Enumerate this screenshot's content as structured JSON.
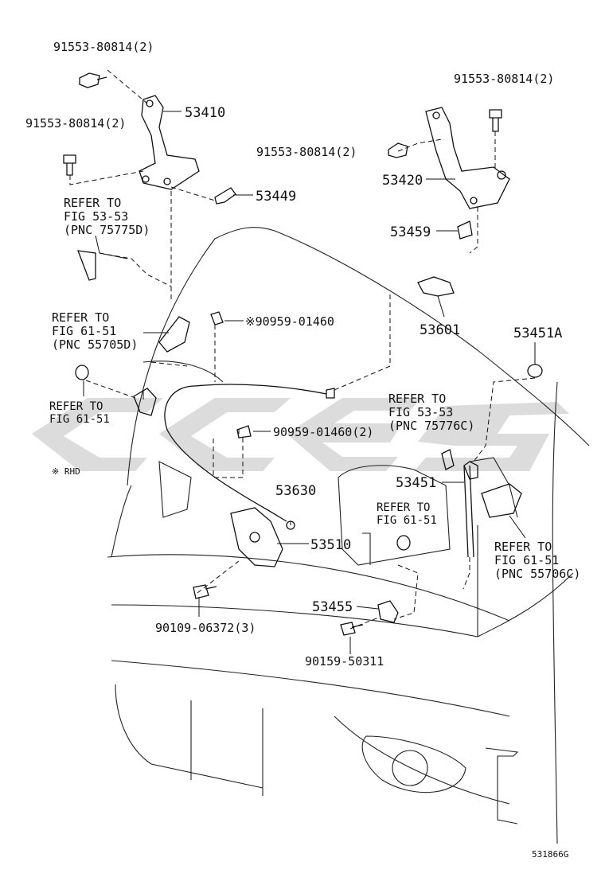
{
  "labels": {
    "bolt_top_left": "91553-80814(2)",
    "bolt_left": "91553-80814(2)",
    "bolt_top_right": "91553-80814(2)",
    "bolt_right_mid": "91553-80814(2)",
    "hinge_left": "53410",
    "hinge_right": "53420",
    "clip_53449": "53449",
    "clip_53459": "53459",
    "refer_53_53_left": [
      "REFER TO",
      "FIG 53-53",
      "(PNC 75775D)"
    ],
    "refer_61_51_left": [
      "REFER TO",
      "FIG 61-51",
      "(PNC 55705D)"
    ],
    "refer_61_51_small": [
      "REFER TO",
      "FIG  61-51"
    ],
    "clip_90959_a": "※90959-01460",
    "release_handle": "53601",
    "cushion": "53451A",
    "refer_53_53_right": [
      "REFER TO",
      "FIG 53-53",
      "(PNC 75776C)"
    ],
    "clip_90959_b": "90959-01460(2)",
    "rhd_note": "※ RHD",
    "cable": "53630",
    "stay_rod": "53451",
    "refer_61_51_mid": [
      "REFER TO",
      "FIG  61-51"
    ],
    "lock": "53510",
    "refer_61_51_right": [
      "REFER TO",
      "FIG 61-51",
      "(PNC 55706C)"
    ],
    "bracket": "53455",
    "bolt_90109": "90109-06372(3)",
    "bolt_90159": "90159-50311",
    "diagram_code": "531866G"
  },
  "watermark": {
    "color": "#8c8c8c"
  }
}
